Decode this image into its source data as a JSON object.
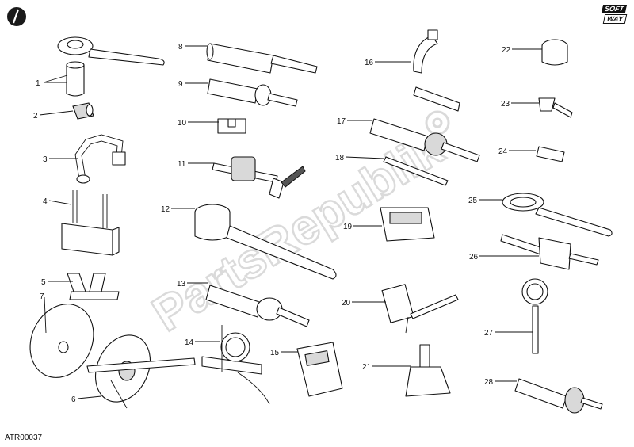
{
  "reference_code": "ATR00037",
  "brand": {
    "top": "SOFT",
    "bottom": "WAY"
  },
  "watermark": "PartsRepublik",
  "callouts": [
    "1",
    "2",
    "3",
    "4",
    "5",
    "6",
    "7",
    "8",
    "9",
    "10",
    "11",
    "12",
    "13",
    "14",
    "15",
    "16",
    "17",
    "18",
    "19",
    "20",
    "21",
    "22",
    "23",
    "24",
    "25",
    "26",
    "27",
    "28"
  ],
  "colors": {
    "ink": "#111111",
    "watermark": "#c8c8c8",
    "fill": "#d9d9d9"
  }
}
